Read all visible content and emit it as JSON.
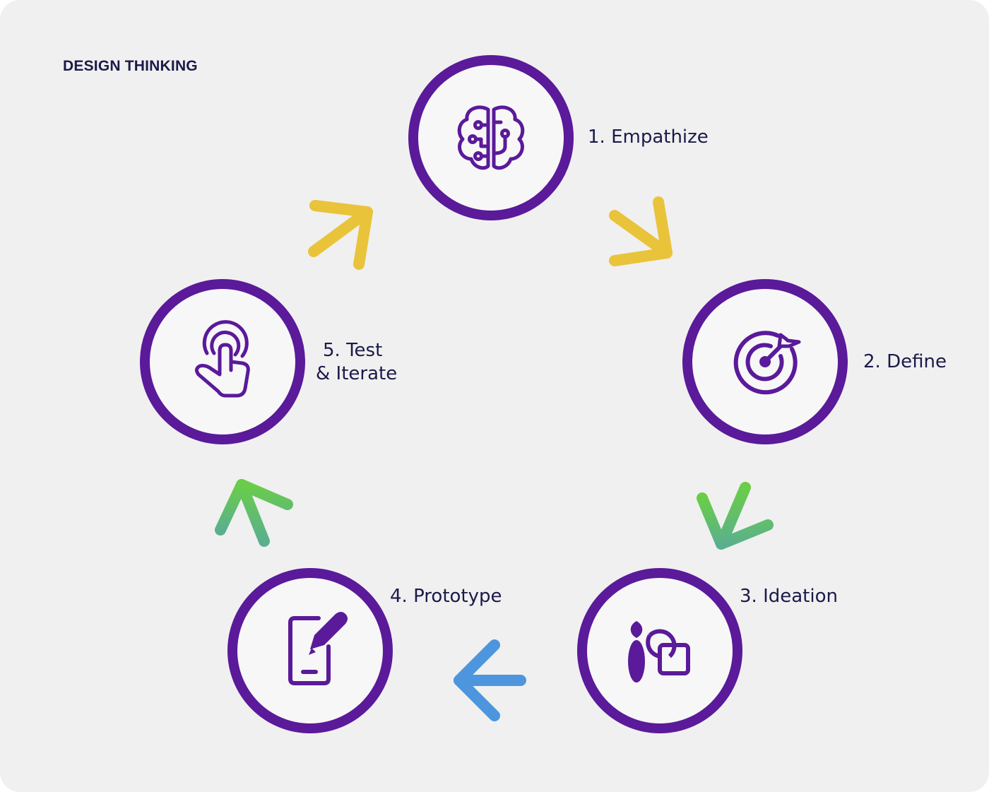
{
  "title": "DESIGN THINKING",
  "steps": [
    {
      "line1": "1. Empathize",
      "icon": "brain-icon"
    },
    {
      "line1": "2. Define",
      "icon": "target-icon"
    },
    {
      "line1": "3. Ideation",
      "icon": "brush-shapes-icon"
    },
    {
      "line1": "4. Prototype",
      "icon": "tablet-pencil-icon"
    },
    {
      "line1": "5. Test",
      "line2": "& Iterate",
      "icon": "pointer-hand-icon"
    }
  ],
  "colors": {
    "background": "#f0f0f0",
    "circle_stroke": "#5a1a9a",
    "circle_fill": "#f7f7f7",
    "icon": "#5a1a9a",
    "text": "#1b1a4a",
    "arrow_yellow": "#e9c33a",
    "arrow_green_top": "#6acd48",
    "arrow_green_bottom": "#5ab08e",
    "arrow_blue": "#4d96dd"
  }
}
